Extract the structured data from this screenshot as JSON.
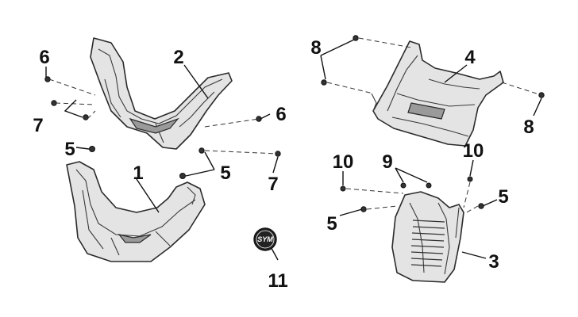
{
  "callouts": {
    "n1": "1",
    "n2": "2",
    "n3": "3",
    "n4": "4",
    "n5a": "5",
    "n5b": "5",
    "n5c": "5",
    "n5d": "5",
    "n6a": "6",
    "n6b": "6",
    "n7a": "7",
    "n7b": "7",
    "n8a": "8",
    "n8b": "8",
    "n9": "9",
    "n10a": "10",
    "n10b": "10",
    "n11": "11"
  },
  "logo": {
    "text": "SYM"
  }
}
